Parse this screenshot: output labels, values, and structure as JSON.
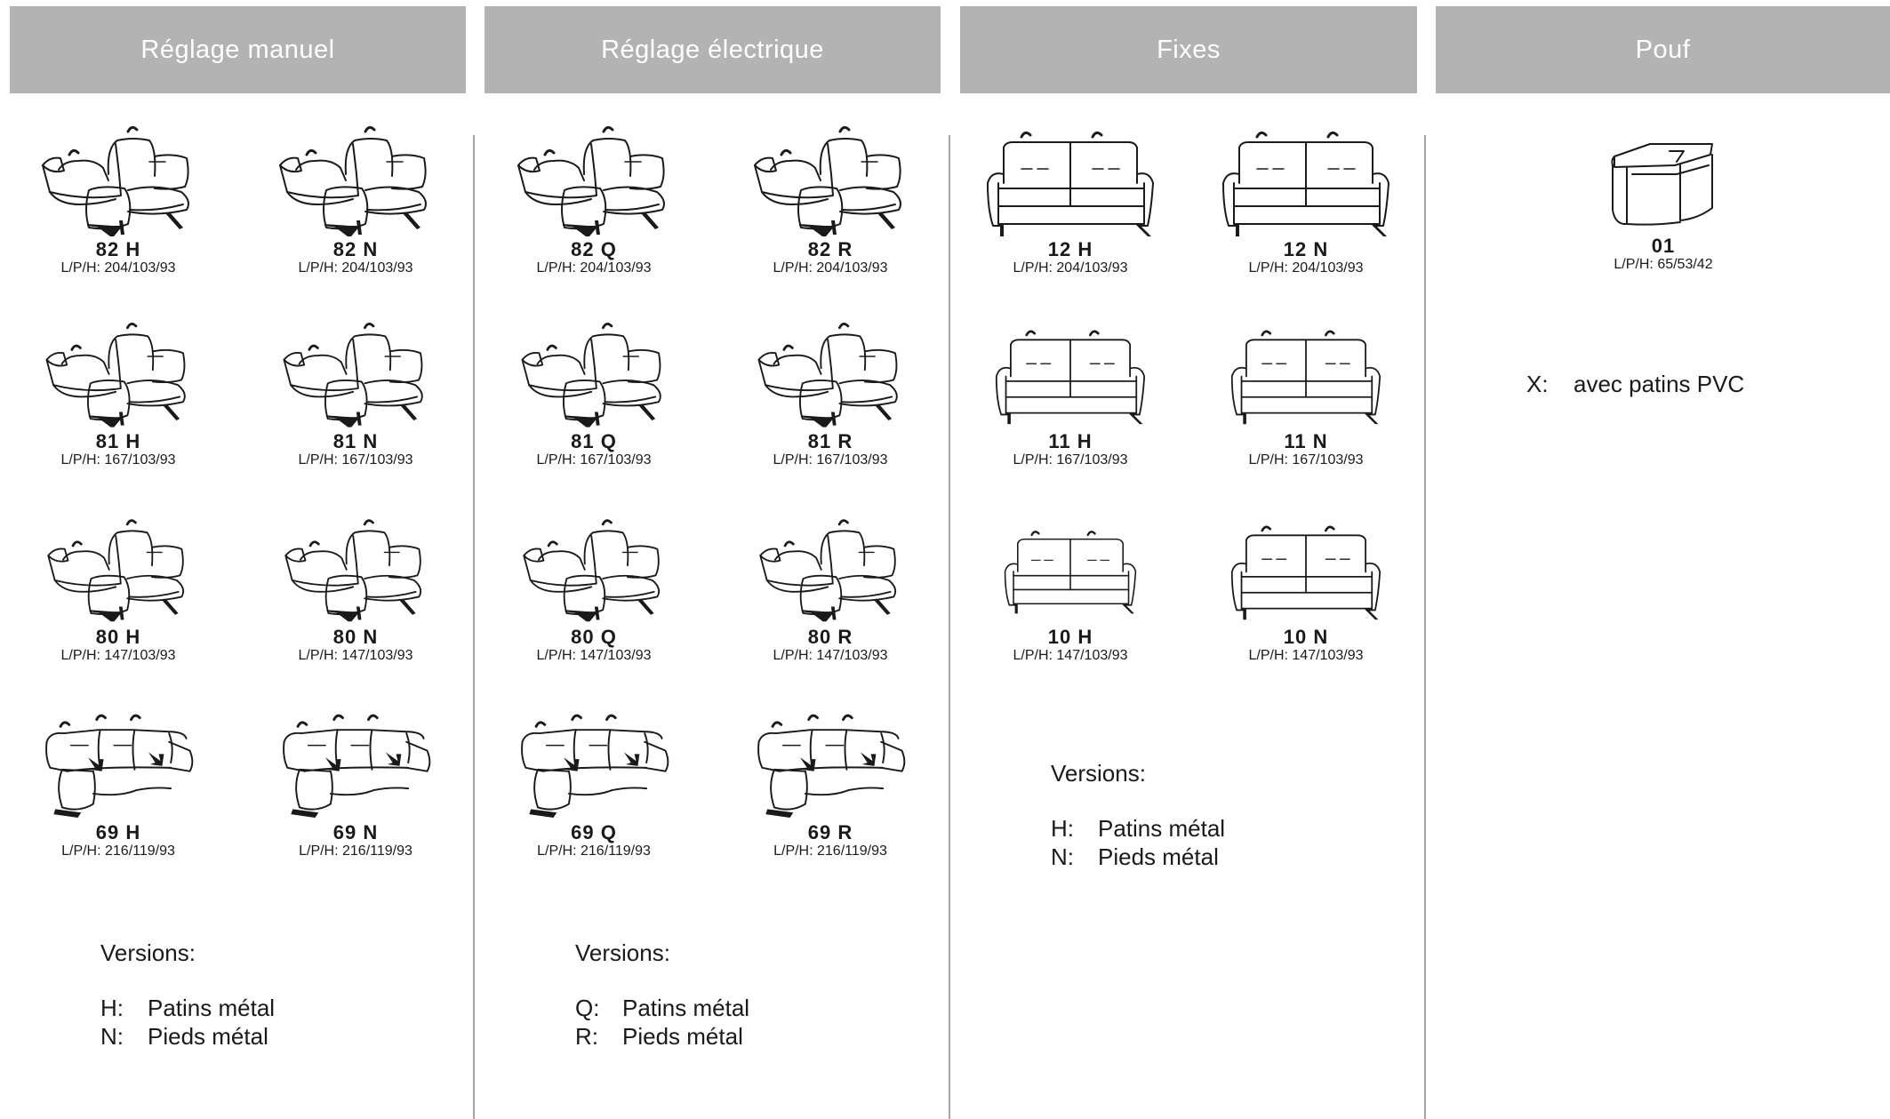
{
  "columns": [
    {
      "header": "Réglage manuel",
      "items": [
        {
          "code": "82 H",
          "dims": "L/P/H: 204/103/93",
          "type": "recliner"
        },
        {
          "code": "82 N",
          "dims": "L/P/H: 204/103/93",
          "type": "recliner"
        },
        {
          "code": "81 H",
          "dims": "L/P/H: 167/103/93",
          "type": "recliner"
        },
        {
          "code": "81 N",
          "dims": "L/P/H: 167/103/93",
          "type": "recliner"
        },
        {
          "code": "80 H",
          "dims": "L/P/H: 147/103/93",
          "type": "recliner"
        },
        {
          "code": "80 N",
          "dims": "L/P/H: 147/103/93",
          "type": "recliner"
        },
        {
          "code": "69 H",
          "dims": "L/P/H: 216/119/93",
          "type": "recliner3"
        },
        {
          "code": "69 N",
          "dims": "L/P/H: 216/119/93",
          "type": "recliner3"
        }
      ],
      "versions": {
        "title": "Versions:",
        "rows": [
          {
            "key": "H:",
            "value": "Patins métal"
          },
          {
            "key": "N:",
            "value": "Pieds métal"
          }
        ]
      }
    },
    {
      "header": "Réglage électrique",
      "items": [
        {
          "code": "82 Q",
          "dims": "L/P/H: 204/103/93",
          "type": "recliner"
        },
        {
          "code": "82 R",
          "dims": "L/P/H: 204/103/93",
          "type": "recliner"
        },
        {
          "code": "81 Q",
          "dims": "L/P/H: 167/103/93",
          "type": "recliner"
        },
        {
          "code": "81 R",
          "dims": "L/P/H: 167/103/93",
          "type": "recliner"
        },
        {
          "code": "80 Q",
          "dims": "L/P/H: 147/103/93",
          "type": "recliner"
        },
        {
          "code": "80 R",
          "dims": "L/P/H: 147/103/93",
          "type": "recliner"
        },
        {
          "code": "69 Q",
          "dims": "L/P/H: 216/119/93",
          "type": "recliner3"
        },
        {
          "code": "69 R",
          "dims": "L/P/H: 216/119/93",
          "type": "recliner3"
        }
      ],
      "versions": {
        "title": "Versions:",
        "rows": [
          {
            "key": "Q:",
            "value": "Patins métal"
          },
          {
            "key": "R:",
            "value": "Pieds métal"
          }
        ]
      }
    },
    {
      "header": "Fixes",
      "items": [
        {
          "code": "12 H",
          "dims": "L/P/H: 204/103/93",
          "type": "sofa"
        },
        {
          "code": "12 N",
          "dims": "L/P/H: 204/103/93",
          "type": "sofa"
        },
        {
          "code": "11 H",
          "dims": "L/P/H: 167/103/93",
          "type": "sofa"
        },
        {
          "code": "11 N",
          "dims": "L/P/H: 167/103/93",
          "type": "sofa"
        },
        {
          "code": "10 H",
          "dims": "L/P/H: 147/103/93",
          "type": "sofa"
        },
        {
          "code": "10 N",
          "dims": "L/P/H: 147/103/93",
          "type": "sofa"
        }
      ],
      "versions": {
        "title": "Versions:",
        "rows": [
          {
            "key": "H:",
            "value": "Patins métal"
          },
          {
            "key": "N:",
            "value": "Pieds métal"
          }
        ]
      }
    },
    {
      "header": "Pouf",
      "items": [
        {
          "code": "01",
          "dims": "L/P/H: 65/53/42",
          "type": "pouf"
        }
      ],
      "note": {
        "key": "X:",
        "value": "avec patins PVC"
      }
    }
  ],
  "colors": {
    "header_bg": "#b3b3b3",
    "header_text": "#ffffff",
    "divider": "#a6a6a6"
  }
}
